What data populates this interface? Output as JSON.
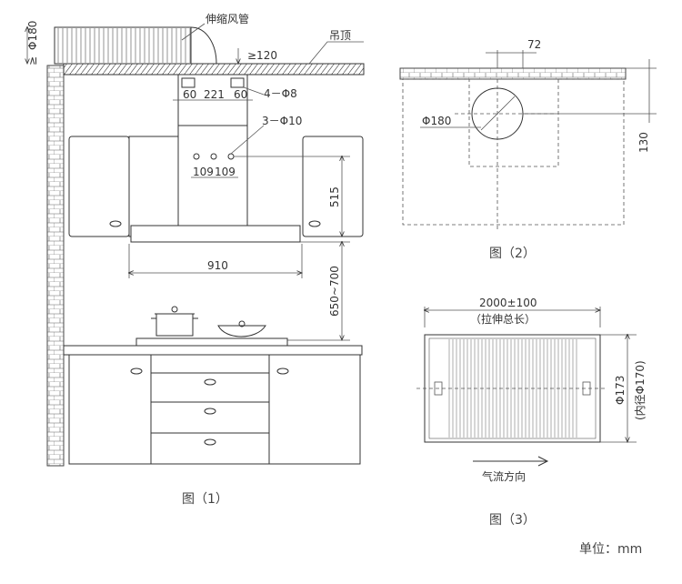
{
  "figure1": {
    "caption": "图（1）",
    "label_duct": "伸缩风管",
    "label_ceiling": "吊顶",
    "dim_pipe_dia": "Φ180",
    "dim_ge_small": "≥",
    "dim_gap": "≥120",
    "dim_60_left": "60",
    "dim_221": "221",
    "dim_60_right": "60",
    "label_holes_8": "4－Φ8",
    "label_holes_10": "3－Φ10",
    "dim_109a": "109",
    "dim_109b": "109",
    "dim_515": "515",
    "dim_910": "910",
    "dim_650_700": "650~700"
  },
  "figure2": {
    "caption": "图（2）",
    "dim_72": "72",
    "dim_180": "Φ180",
    "dim_130": "130"
  },
  "figure3": {
    "caption": "图（3）",
    "dim_length": "2000±100",
    "dim_length_note": "（拉伸总长）",
    "dim_outer": "Φ173",
    "dim_inner": "(内径Φ170)",
    "flow_label": "气流方向"
  },
  "units": "单位：mm",
  "colors": {
    "line": "#333333",
    "caption": "#444444"
  }
}
